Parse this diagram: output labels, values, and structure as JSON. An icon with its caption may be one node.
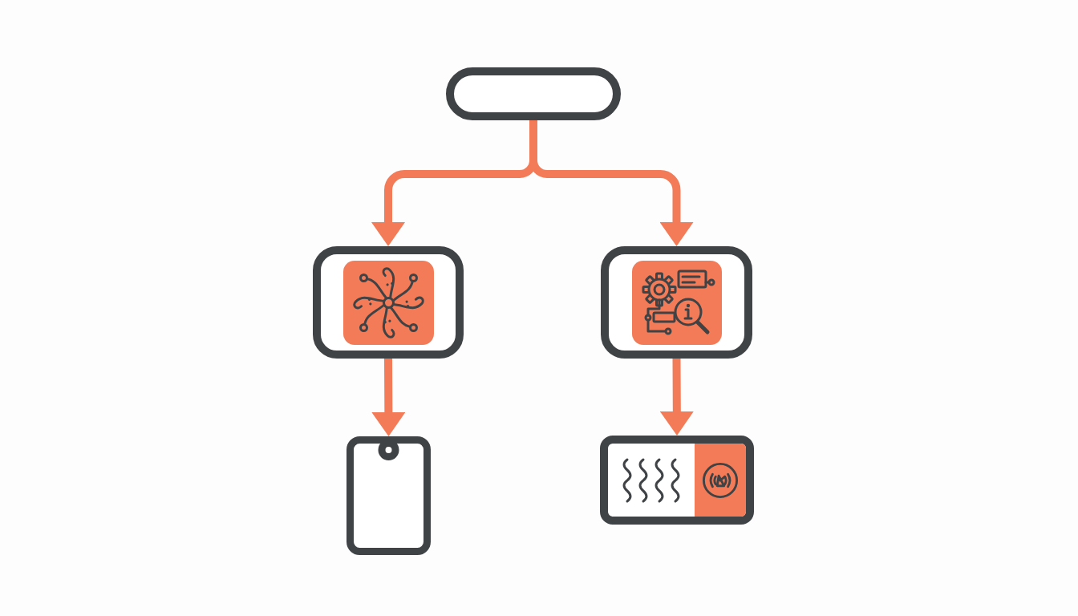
{
  "diagram": {
    "nodes": [
      {
        "text": [],
        "shape": "pill"
      },
      {
        "text": [],
        "shape": "picture"
      },
      {
        "text": [],
        "shape": "picture"
      },
      {
        "text": [],
        "shape": "tag"
      },
      {
        "text": [],
        "shape": "picture"
      }
    ],
    "edges": [
      {
        "from": 0,
        "to": 1,
        "arrow": "to"
      },
      {
        "from": 0,
        "to": 2,
        "arrow": "to"
      },
      {
        "from": 1,
        "to": 3,
        "arrow": "to"
      },
      {
        "from": 2,
        "to": 4,
        "arrow": "to"
      }
    ]
  }
}
